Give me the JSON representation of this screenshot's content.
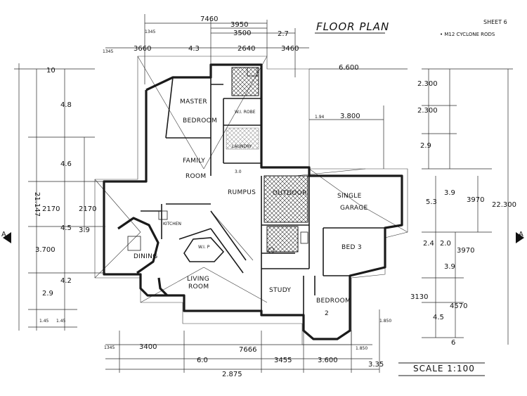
{
  "title": "FLOOR PLAN",
  "sheet": "SHEET 6",
  "note": "• M12 CYCLONE RODS",
  "scale": "SCALE 1:100",
  "rooms": {
    "master": "MASTER",
    "bedroom1": "BEDROOM",
    "wir": "W.I. ROBE",
    "laundry": "LAUNDRY",
    "family1": "FAMILY",
    "family2": "ROOM",
    "rumpus": "RUMPUS",
    "outdoor": "OUTDOOR",
    "single": "SINGLE",
    "garage": "GARAGE",
    "kitchen": "KITCHEN",
    "wip": "W.I. P",
    "dining": "DINING",
    "living1": "LIVING",
    "living2": "ROOM",
    "study": "STUDY",
    "bedroom2a": "BEDROOM",
    "bedroom2b": "2",
    "bed3": "BED 3"
  },
  "dims_top": [
    "7460",
    "3950",
    "3500",
    "2.7",
    "3660",
    "4.3",
    "2640",
    "3460",
    "1345",
    "1345",
    "6.600",
    "1.94",
    "3.800"
  ],
  "dims_left": [
    "10",
    "4.8",
    "4.6",
    "21.147",
    "2170",
    "4.5",
    "3.700",
    "4.2",
    "2.9",
    "1.45",
    "1.45"
  ],
  "dims_center": [
    "3.0",
    "2170",
    "3.9"
  ],
  "dims_right": [
    "2.300",
    "2.300",
    "2.9",
    "3.9",
    "5.3",
    "3970",
    "22.300",
    "2.4",
    "2.0",
    "3970",
    "3.9",
    "3130",
    "4570",
    "4.5",
    "6"
  ],
  "dims_bottom": [
    "1345",
    "3400",
    "7666",
    "6.0",
    "3455",
    "3.600",
    "2.875",
    "3.35",
    "1.850",
    "1.850"
  ]
}
